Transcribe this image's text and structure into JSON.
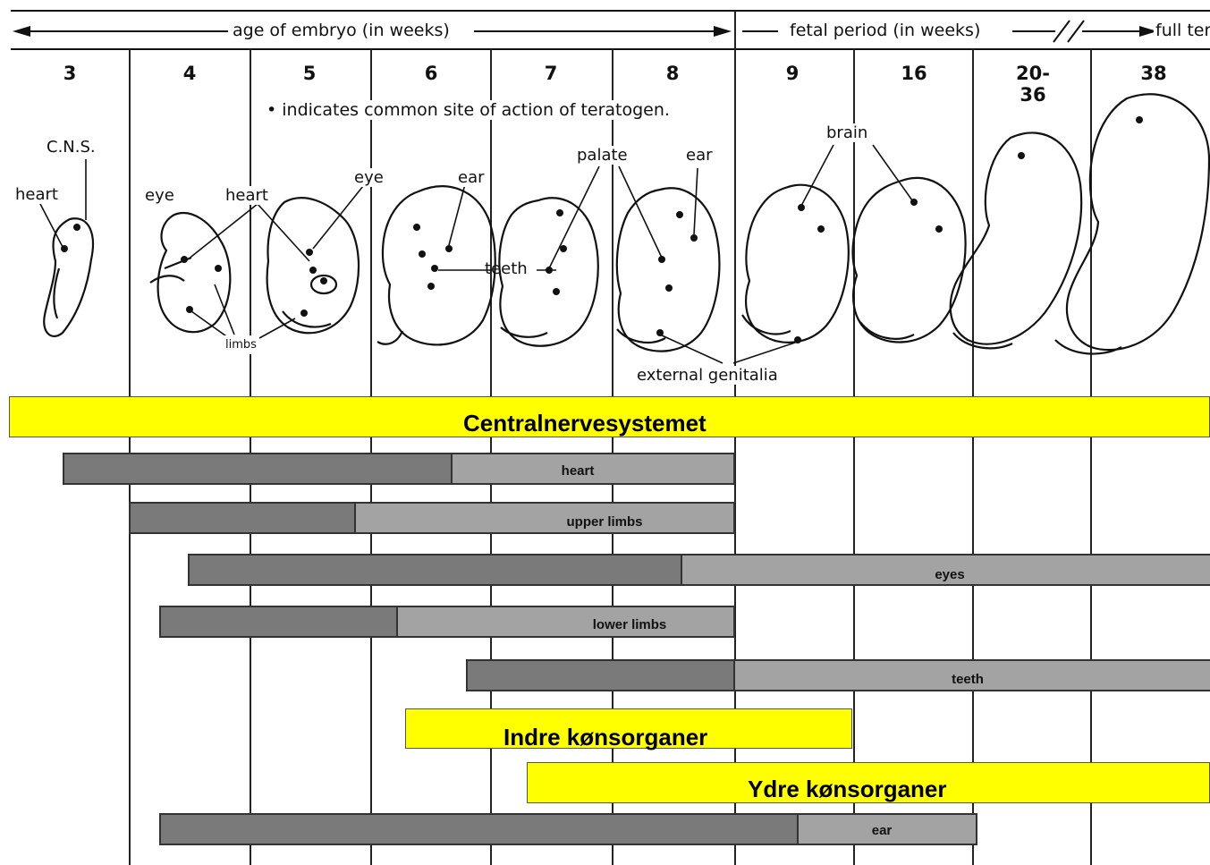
{
  "header": {
    "embryo_period": "age of embryo (in weeks)",
    "fetal_period": "fetal period (in weeks)",
    "full_term": "full term"
  },
  "weeks": [
    "3",
    "4",
    "5",
    "6",
    "7",
    "8",
    "9",
    "16",
    "20-36",
    "38"
  ],
  "note": "• indicates common site of action of teratogen.",
  "labels": {
    "cns": "C.N.S.",
    "heart_3": "heart",
    "eye_4": "eye",
    "heart_4": "heart",
    "limbs": "limbs",
    "eye_5": "eye",
    "ear_6": "ear",
    "teeth": "teeth",
    "palate": "palate",
    "ear_8": "ear",
    "brain": "brain",
    "external_genitalia": "external genitalia"
  },
  "highlights": {
    "cns": "Centralnervesystemet",
    "internal_genitals": "Indre kønsorganer",
    "external_genitals": "Ydre kønsorganer"
  },
  "bars": [
    {
      "label": "heart"
    },
    {
      "label": "upper limbs"
    },
    {
      "label": "eyes"
    },
    {
      "label": "lower limbs"
    },
    {
      "label": "teeth"
    },
    {
      "label": "ear"
    }
  ],
  "colors": {
    "highlight": "#ffff00",
    "critical_period": "#7a7a7a",
    "less_sensitive_period": "#a3a3a3"
  }
}
